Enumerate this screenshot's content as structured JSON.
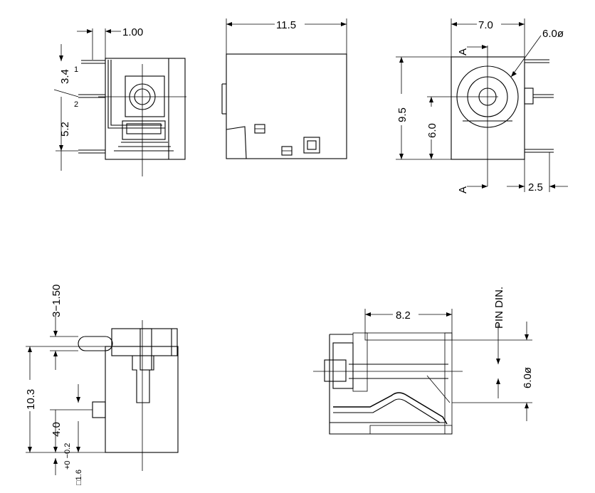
{
  "top_views": {
    "side": {
      "dim_top": "1.00",
      "dim_upper": "3.4",
      "dim_lower": "5.2",
      "pin1": "1",
      "pin2": "2"
    },
    "front": {
      "dim_width": "11.5"
    },
    "end": {
      "dim_width": "7.0",
      "dim_diameter": "6.0ø",
      "dim_height": "9.5",
      "dim_center": "6.0",
      "dim_offset": "2.5",
      "section_top": "A",
      "section_bottom": "A"
    }
  },
  "bottom_views": {
    "left": {
      "dim_pins": "3−1.50",
      "dim_height": "10.3",
      "dim_pin_offset": "4.0",
      "dim_tol": "+0 −0.2",
      "dim_square": "□1.6"
    },
    "section": {
      "dim_depth": "8.2",
      "pin_label": "PIN DIN.",
      "dim_diameter": "6.0ø"
    }
  }
}
